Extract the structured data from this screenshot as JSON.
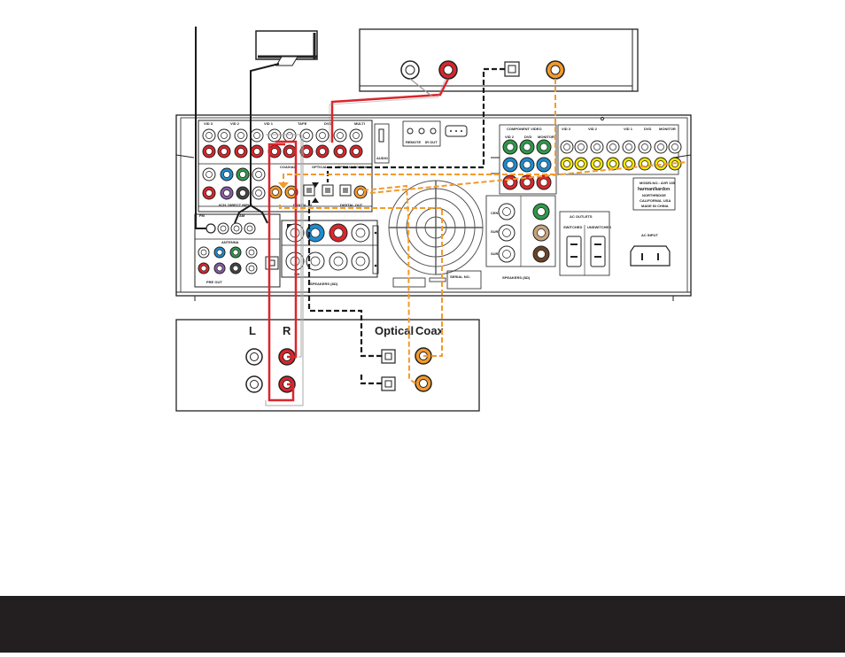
{
  "colors": {
    "red": "#d9262c",
    "orange": "#f39a2d",
    "black": "#1a1a1a",
    "green": "#2e9a48",
    "blue": "#1d8ccf",
    "purple": "#8a5ba8",
    "yellow": "#f3e600",
    "footer": "#231f20"
  },
  "receiver": {
    "brand": "harman/kardon",
    "model_lines": [
      "MODELNO.: AVR 135",
      "harman/kardon",
      "NORTHRIDGE",
      "CALIFORNIA, USA",
      "MADE IN CHINA"
    ],
    "section_labels": {
      "antenna": "ANTENNA",
      "pre_out": "PRE OUT",
      "six_ch_direct": "6CH. DIRECT INPUT",
      "digital_in": "DIGITAL IN",
      "digital_out": "DIGITAL OUT",
      "coaxial_1": "COAXIAL",
      "optical_1": "OPTICAL",
      "optical_2": "OPTICAL",
      "coaxial_2": "COAXIAL",
      "component_video": "COMPONENT VIDEO",
      "remote": "REMOTE",
      "ir_out": "IR OUT",
      "audio": "AUDIO",
      "speakers_1": "SPEAKERS (8Ω)",
      "speakers_2": "SPEAKERS (8Ω)",
      "serial_no": "SERIAL NO.",
      "ac_outlets": "AC OUTLETS",
      "switched": "SWITCHED",
      "unswitched": "UNSWITCHED",
      "ac_input": "AC INPUT",
      "cen": "CEN",
      "surr_multi": "SURR / MULTI",
      "surr_b_multi": "SUR. B MULTI",
      "sw": "SW",
      "fm": "FM",
      "am": "AM"
    },
    "top_jack_labels": [
      "VID 3",
      "VID 2",
      "VID 1",
      "TAPE",
      "DVD",
      "MULTI"
    ],
    "video_jack_labels": [
      "VID 3",
      "VID 2",
      "VID 1",
      "DVD",
      "MONITOR"
    ],
    "component_labels": [
      "VID 2",
      "DVD",
      "MONITOR"
    ]
  },
  "bottom_device": {
    "label_left": "L",
    "label_right": "R",
    "label_optical": "Optical",
    "label_coax": "Coax"
  }
}
